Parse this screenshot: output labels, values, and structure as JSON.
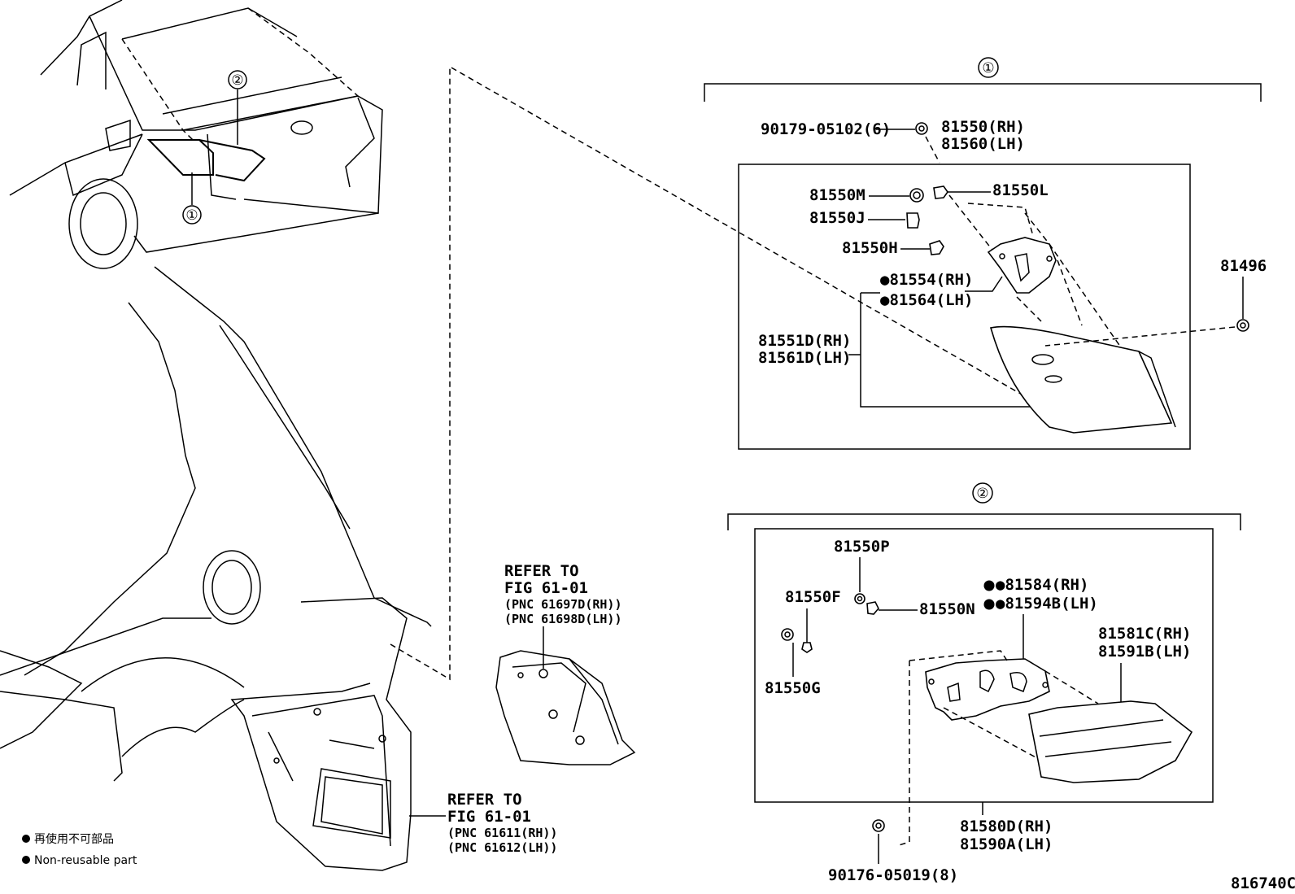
{
  "diagram": {
    "group_1_marker": "①",
    "group_2_marker": "②",
    "drawing_code": "816740C",
    "legend": {
      "jp": "再使用不可部品",
      "en": "Non-reusable part"
    },
    "car_callouts": {
      "c1": "①",
      "c2": "②"
    },
    "refer_inner": {
      "line1": "REFER TO",
      "line2": "FIG 61-01",
      "line3": "(PNC 61697D(RH))",
      "line4": "(PNC 61698D(LH))"
    },
    "refer_outer": {
      "line1": "REFER TO",
      "line2": "FIG 61-01",
      "line3": "(PNC 61611(RH))",
      "line4": "(PNC 61612(LH))"
    },
    "group1": {
      "screw": "90179-05102(6)",
      "lamp_rh": "81550(RH)",
      "lamp_lh": "81560(LH)",
      "p_m": "81550M",
      "p_l": "81550L",
      "p_j": "81550J",
      "p_h": "81550H",
      "gasket_rh": "●81554(RH)",
      "gasket_lh": "●81564(LH)",
      "lens_rh": "81551D(RH)",
      "lens_lh": "81561D(LH)",
      "nut": "81496"
    },
    "group2": {
      "p_p": "81550P",
      "p_f": "81550F",
      "p_n": "81550N",
      "p_g": "81550G",
      "gasket_rh": "●81584(RH)",
      "gasket_lh": "●81594B(LH)",
      "lens_rh": "81581C(RH)",
      "lens_lh": "81591B(LH)",
      "lamp_rh": "81580D(RH)",
      "lamp_lh": "81590A(LH)",
      "screw": "90176-05019(8)"
    }
  }
}
